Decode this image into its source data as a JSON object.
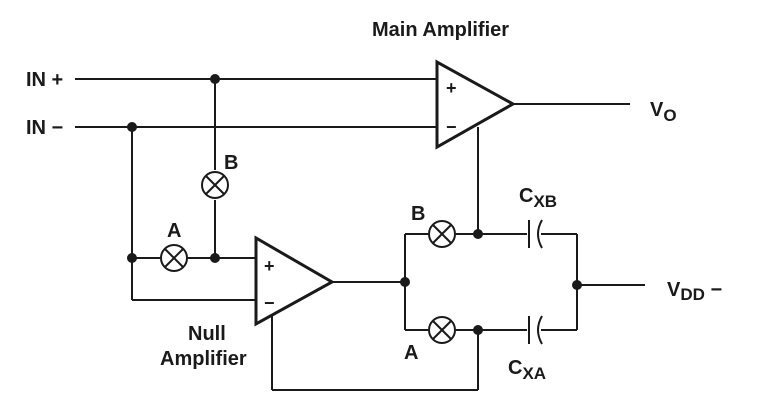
{
  "title": "Main Amplifier",
  "null_amp_label": [
    "Null",
    "Amplifier"
  ],
  "inputs": {
    "in_plus": "IN +",
    "in_minus": "IN −"
  },
  "outputs": {
    "vo": {
      "main": "V",
      "sub": "O"
    },
    "vdd": {
      "main": "V",
      "sub": "DD",
      "suffix": " −"
    }
  },
  "capacitors": {
    "cxb": {
      "main": "C",
      "sub": "XB"
    },
    "cxa": {
      "main": "C",
      "sub": "XA"
    }
  },
  "switch_labels": {
    "b_upper": "B",
    "a_lower": "A",
    "b_right": "B",
    "a_right": "A"
  },
  "amp_signs": {
    "plus": "+",
    "minus": "−"
  }
}
